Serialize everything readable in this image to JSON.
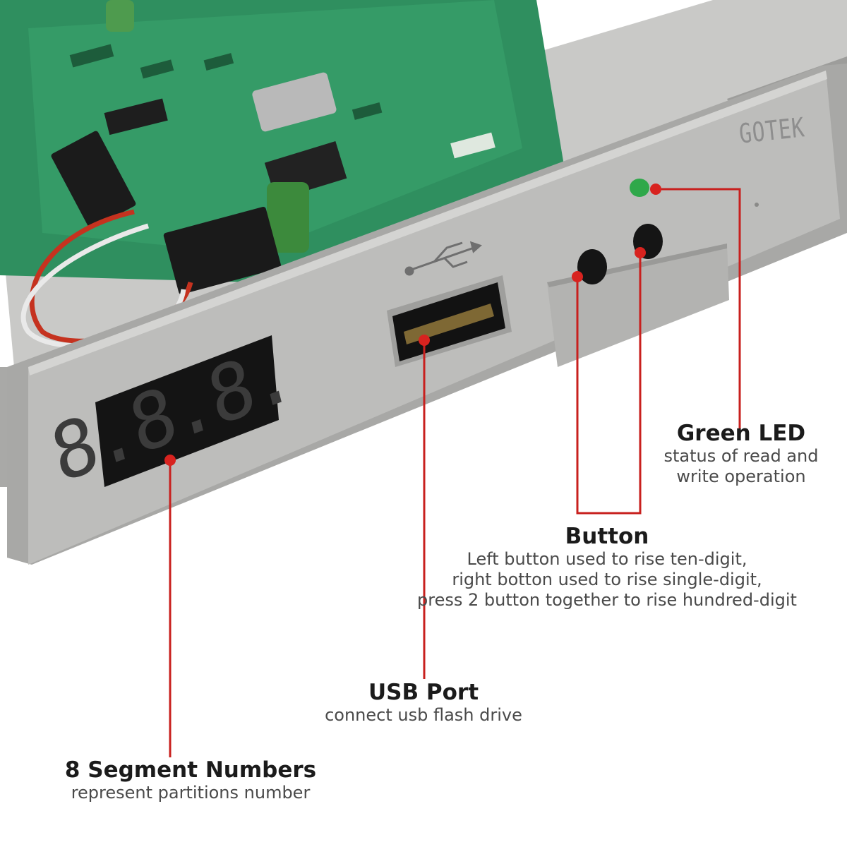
{
  "product": {
    "logo": "GOTEK",
    "display_digits": "8.8.8."
  },
  "callouts": {
    "green_led": {
      "title": "Green LED",
      "desc_lines": [
        "status of read and",
        "write operation"
      ]
    },
    "button": {
      "title": "Button",
      "desc_lines": [
        "Left button used to rise ten-digit,",
        "right botton used to rise single-digit,",
        "press 2 button together to rise hundred-digit"
      ]
    },
    "usb_port": {
      "title": "USB Port",
      "desc_lines": [
        "connect usb flash drive"
      ]
    },
    "segments": {
      "title": "8 Segment Numbers",
      "desc_lines": [
        "represent partitions number"
      ]
    }
  },
  "colors": {
    "leader_line": "#c8201e",
    "panel": "#bdbdbb",
    "pcb": "#2f8f5f",
    "led": "#2fa84a",
    "display_segment": "#3a3a3a"
  }
}
